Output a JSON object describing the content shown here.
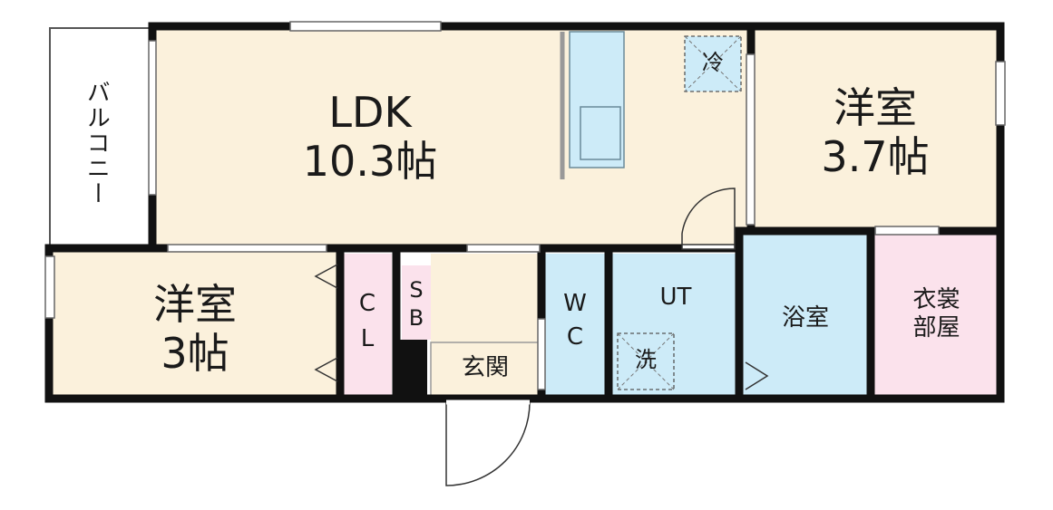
{
  "rooms": {
    "ldk": {
      "name": "LDK",
      "size": "10.3帖"
    },
    "western_a": {
      "name": "洋室",
      "size": "3.7帖"
    },
    "western_b": {
      "name": "洋室",
      "size": "3帖"
    },
    "balcony": "バルコニー",
    "closet": [
      "C",
      "L"
    ],
    "shoe_box": [
      "S",
      "B"
    ],
    "entrance": "玄関",
    "wc": [
      "W",
      "C"
    ],
    "utility": "UT",
    "bath": "浴室",
    "wardrobe": [
      "衣裳",
      "部屋"
    ]
  },
  "symbols": {
    "fridge": "冷",
    "washer": "洗"
  },
  "colors": {
    "wood": "#fbf1dc",
    "water": "#cdebf8",
    "storage": "#fbe2ec",
    "wall": "#111111"
  }
}
